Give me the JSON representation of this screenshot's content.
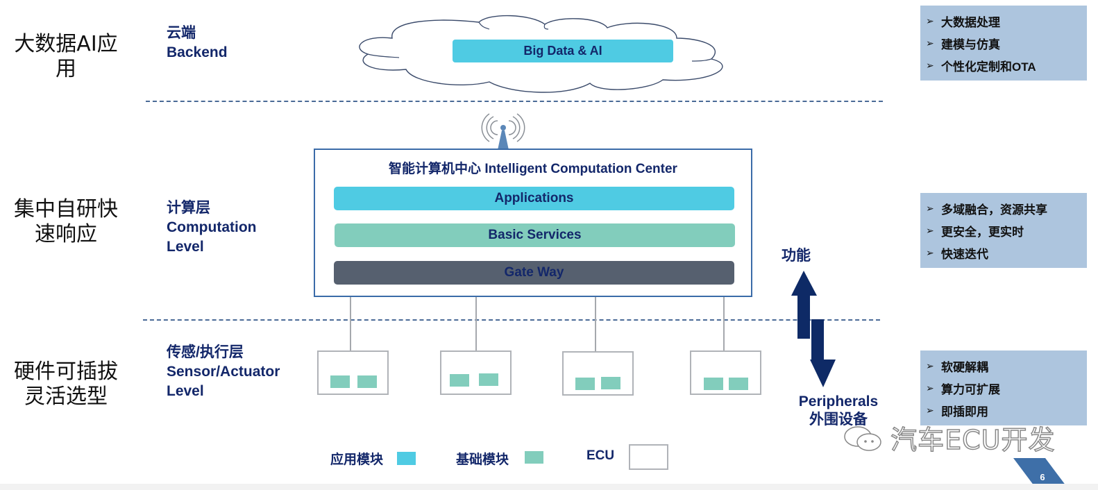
{
  "left_labels": {
    "top": [
      "大数据AI应",
      "用"
    ],
    "middle": [
      "集中自研快",
      "速响应"
    ],
    "bottom": [
      "硬件可插拔",
      "灵活选型"
    ]
  },
  "levels": {
    "backend": {
      "cn": "云端",
      "en": "Backend"
    },
    "computation": {
      "cn": "计算层",
      "en1": "Computation",
      "en2": "Level"
    },
    "sensor": {
      "cn": "传感/执行层",
      "en1": "Sensor/Actuator",
      "en2": "Level"
    }
  },
  "cloud": {
    "label": "Big Data & AI"
  },
  "icc": {
    "title": "智能计算机中心 Intelligent Computation Center",
    "layers": [
      {
        "label": "Applications",
        "color": "#4fcbe3"
      },
      {
        "label": "Basic Services",
        "color": "#82cdbc"
      },
      {
        "label": "Gate Way",
        "color": "#56606f"
      }
    ]
  },
  "ecus": [
    {
      "modules": 2
    },
    {
      "modules": 2
    },
    {
      "modules": 2
    },
    {
      "modules": 2
    }
  ],
  "arrows": {
    "up_label": "功能",
    "down_label_en": "Peripherals",
    "down_label_cn": "外围设备",
    "color": "#0e2a66"
  },
  "bullet_boxes": [
    {
      "items": [
        "大数据处理",
        "建模与仿真",
        "个性化定制和OTA"
      ]
    },
    {
      "items": [
        "多域融合，资源共享",
        "更安全，更实时",
        "快速迭代"
      ]
    },
    {
      "items": [
        "软硬解耦",
        "算力可扩展",
        "即插即用"
      ]
    }
  ],
  "bullet_marker": "➢",
  "legend": {
    "app_module": {
      "label": "应用模块",
      "color": "#4fcbe3"
    },
    "base_module": {
      "label": "基础模块",
      "color": "#82cdbc"
    },
    "ecu": {
      "label": "ECU"
    }
  },
  "watermark": "汽车ECU开发",
  "page_number": "6",
  "colors": {
    "navy": "#13276a",
    "bullet_bg": "#adc5de",
    "page_tab": "#3e6fa8"
  }
}
